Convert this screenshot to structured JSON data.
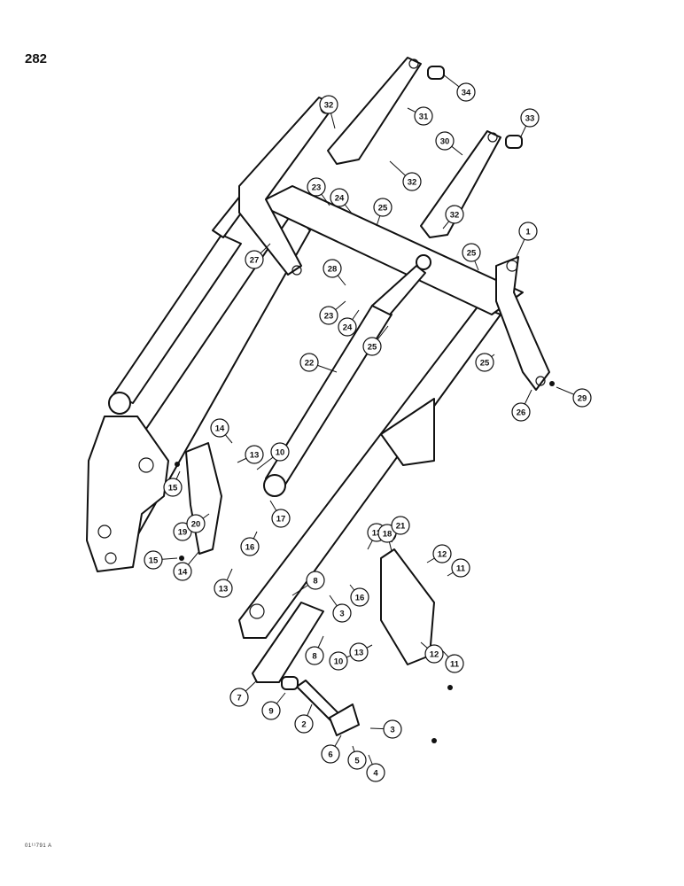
{
  "page_number": "282",
  "drawing_code": "01¹¹791 A",
  "callouts": [
    {
      "label": "1"
    },
    {
      "label": "2"
    },
    {
      "label": "3"
    },
    {
      "label": "3"
    },
    {
      "label": "4"
    },
    {
      "label": "5"
    },
    {
      "label": "6"
    },
    {
      "label": "7"
    },
    {
      "label": "8"
    },
    {
      "label": "8"
    },
    {
      "label": "9"
    },
    {
      "label": "10"
    },
    {
      "label": "10"
    },
    {
      "label": "11"
    },
    {
      "label": "11"
    },
    {
      "label": "12"
    },
    {
      "label": "12"
    },
    {
      "label": "13"
    },
    {
      "label": "13"
    },
    {
      "label": "13"
    },
    {
      "label": "13"
    },
    {
      "label": "14"
    },
    {
      "label": "14"
    },
    {
      "label": "15"
    },
    {
      "label": "15"
    },
    {
      "label": "16"
    },
    {
      "label": "16"
    },
    {
      "label": "17"
    },
    {
      "label": "18"
    },
    {
      "label": "19"
    },
    {
      "label": "20"
    },
    {
      "label": "21"
    },
    {
      "label": "22"
    },
    {
      "label": "23"
    },
    {
      "label": "23"
    },
    {
      "label": "24"
    },
    {
      "label": "24"
    },
    {
      "label": "25"
    },
    {
      "label": "25"
    },
    {
      "label": "25"
    },
    {
      "label": "25"
    },
    {
      "label": "26"
    },
    {
      "label": "27"
    },
    {
      "label": "28"
    },
    {
      "label": "29"
    },
    {
      "label": "30"
    },
    {
      "label": "31"
    },
    {
      "label": "32"
    },
    {
      "label": "32"
    },
    {
      "label": "32"
    },
    {
      "label": "33"
    },
    {
      "label": "34"
    }
  ]
}
